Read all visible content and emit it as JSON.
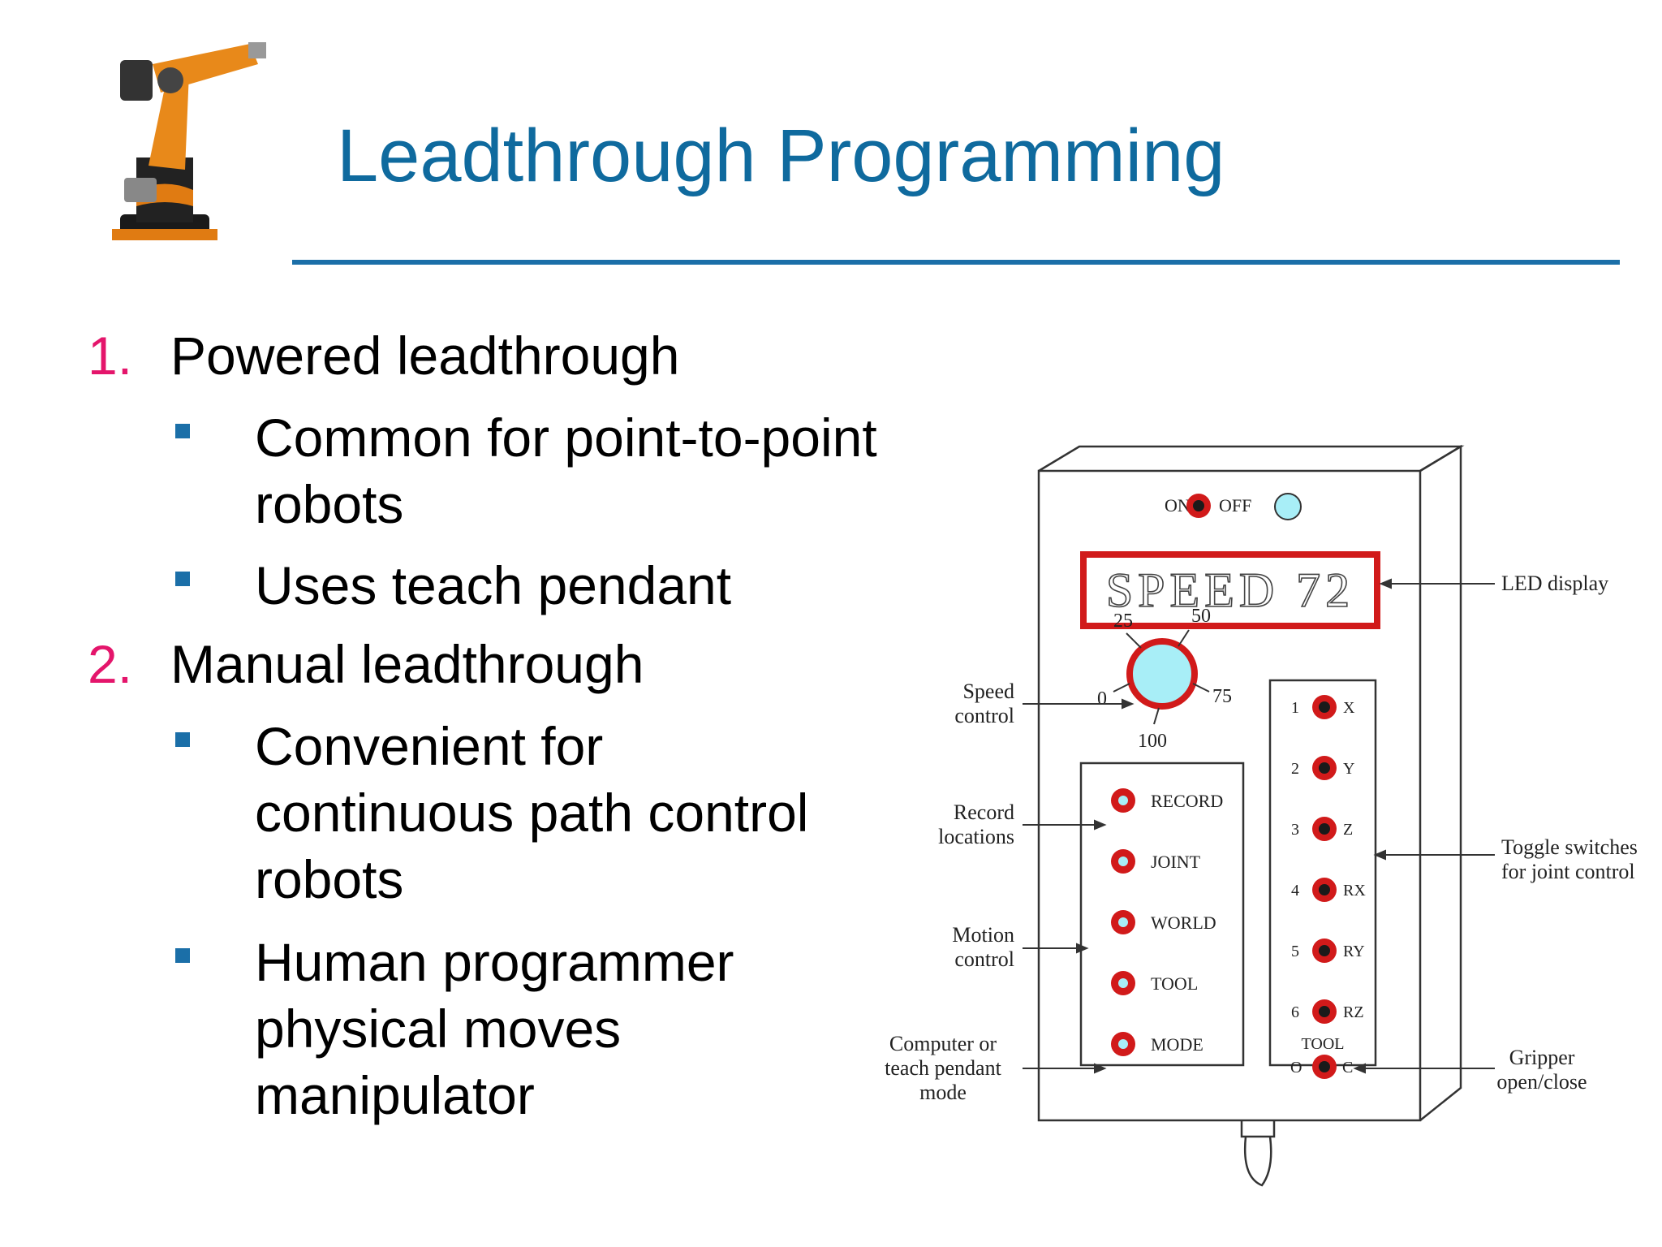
{
  "slide": {
    "title": "Leadthrough Programming",
    "items": [
      {
        "number": "1.",
        "heading": "Powered leadthrough",
        "subitems": [
          "Common for point-to-point robots",
          "Uses teach pendant"
        ]
      },
      {
        "number": "2.",
        "heading": "Manual leadthrough",
        "subitems": [
          "Convenient for continuous path control robots",
          "Human programmer physical moves manipulator"
        ]
      }
    ]
  },
  "pendant": {
    "power": {
      "on": "ON",
      "off": "OFF"
    },
    "display_text": "SPEED 72",
    "dial_ticks": {
      "t25": "25",
      "t50": "50",
      "t75": "75",
      "t0": "0",
      "t100": "100"
    },
    "mode_buttons": [
      "RECORD",
      "JOINT",
      "WORLD",
      "TOOL",
      "MODE"
    ],
    "joint_switches": [
      {
        "num": "1",
        "axis": "X"
      },
      {
        "num": "2",
        "axis": "Y"
      },
      {
        "num": "3",
        "axis": "Z"
      },
      {
        "num": "4",
        "axis": "RX"
      },
      {
        "num": "5",
        "axis": "RY"
      },
      {
        "num": "6",
        "axis": "RZ"
      }
    ],
    "tool": {
      "label": "TOOL",
      "open": "O",
      "close": "C"
    },
    "callouts": {
      "led": "LED display",
      "speed": [
        "Speed",
        "control"
      ],
      "record": [
        "Record",
        "locations"
      ],
      "motion": [
        "Motion",
        "control"
      ],
      "computer": [
        "Computer or",
        "teach pendant",
        "mode"
      ],
      "toggle": [
        "Toggle switches",
        "for joint control"
      ],
      "gripper": [
        "Gripper",
        "open/close"
      ]
    },
    "colors": {
      "red": "#d11a1a",
      "cyan": "#a8eef7",
      "title": "#0f6a9e",
      "number": "#e4156b",
      "bullet": "#1b6fa8"
    }
  }
}
